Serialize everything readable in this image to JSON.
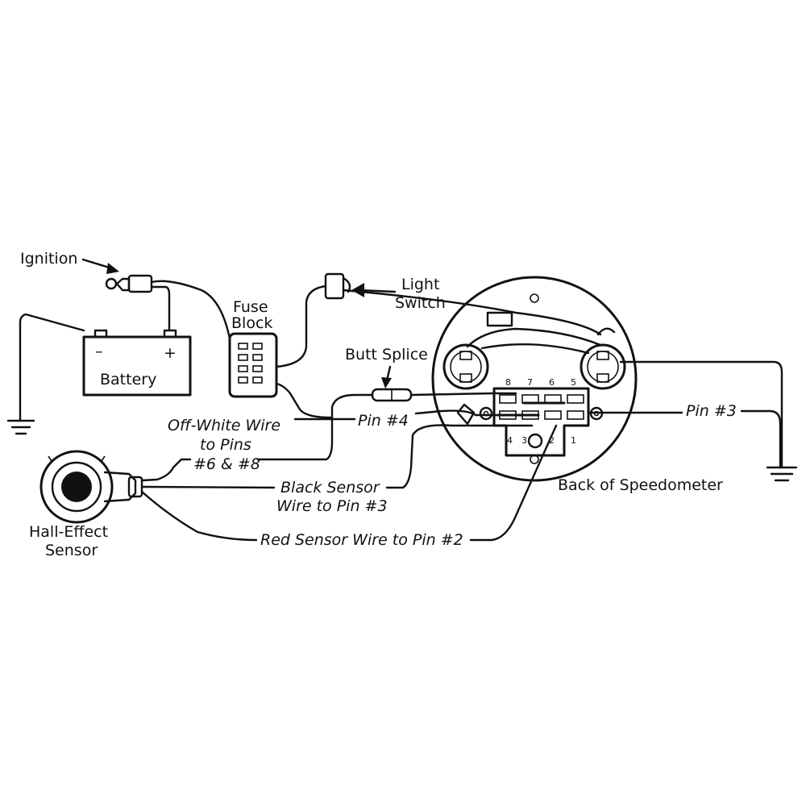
{
  "labels": {
    "ignition": "Ignition",
    "light_switch_1": "Light",
    "light_switch_2": "Switch",
    "fuse_block_1": "Fuse",
    "fuse_block_2": "Block",
    "battery": "Battery",
    "battery_neg": "–",
    "battery_pos": "+",
    "butt_splice": "Butt Splice",
    "pin4": "Pin #4",
    "pin3": "Pin #3",
    "off_white_1": "Off-White Wire",
    "off_white_2": "to Pins",
    "off_white_3": "#6 & #8",
    "black_sensor_1": "Black Sensor",
    "black_sensor_2": "Wire to Pin #3",
    "red_sensor": "Red Sensor Wire to Pin #2",
    "hall_1": "Hall-Effect",
    "hall_2": "Sensor",
    "back_speedo": "Back of Speedometer"
  },
  "pins": {
    "p8": "8",
    "p7": "7",
    "p6": "6",
    "p5": "5",
    "p4": "4",
    "p3": "3",
    "p2": "2",
    "p1": "1"
  }
}
